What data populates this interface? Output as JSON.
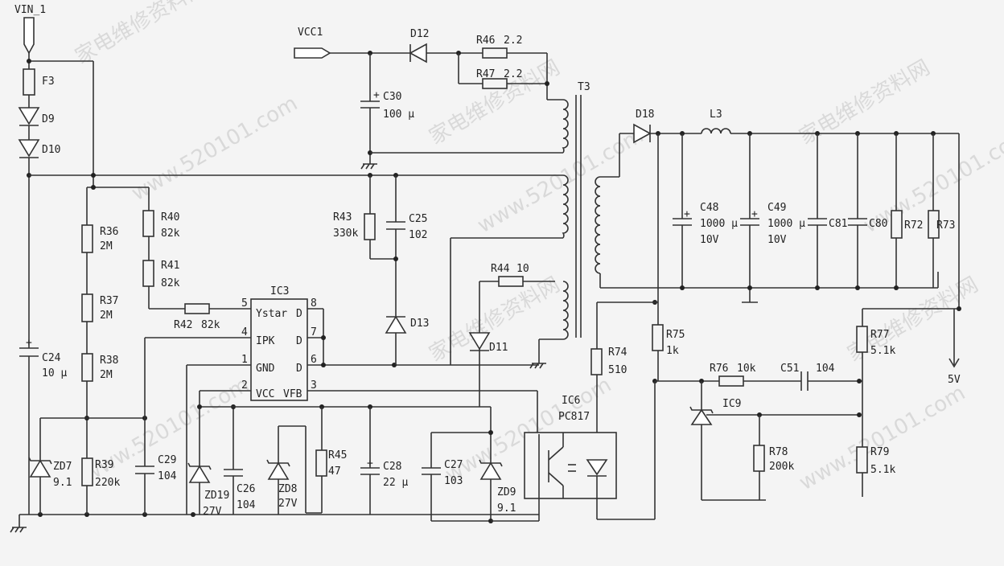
{
  "watermarks": [
    "家电维修资料网",
    "www.520101.com"
  ],
  "nets": {
    "vin": "VIN_1",
    "vcc": "VCC1",
    "out": "5V"
  },
  "ic3": {
    "name": "IC3",
    "pins": {
      "p5": "5",
      "p4": "4",
      "p1": "1",
      "p2": "2",
      "p8": "8",
      "p7": "7",
      "p6": "6",
      "p3": "3"
    },
    "pin_names": {
      "ystar": "Ystar",
      "ipk": "IPK",
      "gnd": "GND",
      "vcc": "VCC",
      "vfb": "VFB",
      "d": "D"
    }
  },
  "opto": {
    "name": "IC6",
    "part": "PC817"
  },
  "shunt": {
    "name": "IC9"
  },
  "transformer": {
    "name": "T3"
  },
  "inductor": {
    "name": "L3"
  },
  "fuse": {
    "name": "F3"
  },
  "components": {
    "D9": "D9",
    "D10": "D10",
    "D11": "D11",
    "D12": "D12",
    "D13": "D13",
    "D18": "D18",
    "R36": "R36",
    "R36v": "2M",
    "R37": "R37",
    "R37v": "2M",
    "R38": "R38",
    "R38v": "2M",
    "R39": "R39",
    "R39v": "220k",
    "R40": "R40",
    "R40v": "82k",
    "R41": "R41",
    "R41v": "82k",
    "R42": "R42",
    "R42v": "82k",
    "R43": "R43",
    "R43v": "330k",
    "R44": "R44",
    "R44v": "10",
    "R45": "R45",
    "R45v": "47",
    "R46": "R46",
    "R46v": "2.2",
    "R47": "R47",
    "R47v": "2.2",
    "R72": "R72",
    "R73": "R73",
    "R74": "R74",
    "R74v": "510",
    "R75": "R75",
    "R75v": "1k",
    "R76": "R76",
    "R76v": "10k",
    "R77": "R77",
    "R77v": "5.1k",
    "R78": "R78",
    "R78v": "200k",
    "R79": "R79",
    "R79v": "5.1k",
    "C24": "C24",
    "C24v": "10 μ",
    "C25": "C25",
    "C25v": "102",
    "C26": "C26",
    "C26v": "104",
    "C27": "C27",
    "C27v": "103",
    "C28": "C28",
    "C28v": "22 μ",
    "C29": "C29",
    "C29v": "104",
    "C30": "C30",
    "C30v": "100 μ",
    "C48": "C48",
    "C48v": "1000 μ",
    "C48v2": "10V",
    "C49": "C49",
    "C49v": "1000 μ",
    "C49v2": "10V",
    "C51": "C51",
    "C51v": "104",
    "C80": "C80",
    "C81": "C81",
    "ZD7": "ZD7",
    "ZD7v": "9.1",
    "ZD8": "ZD8",
    "ZD8v": "27V",
    "ZD9": "ZD9",
    "ZD9v": "9.1",
    "ZD19": "ZD19",
    "ZD19v": "27V"
  }
}
